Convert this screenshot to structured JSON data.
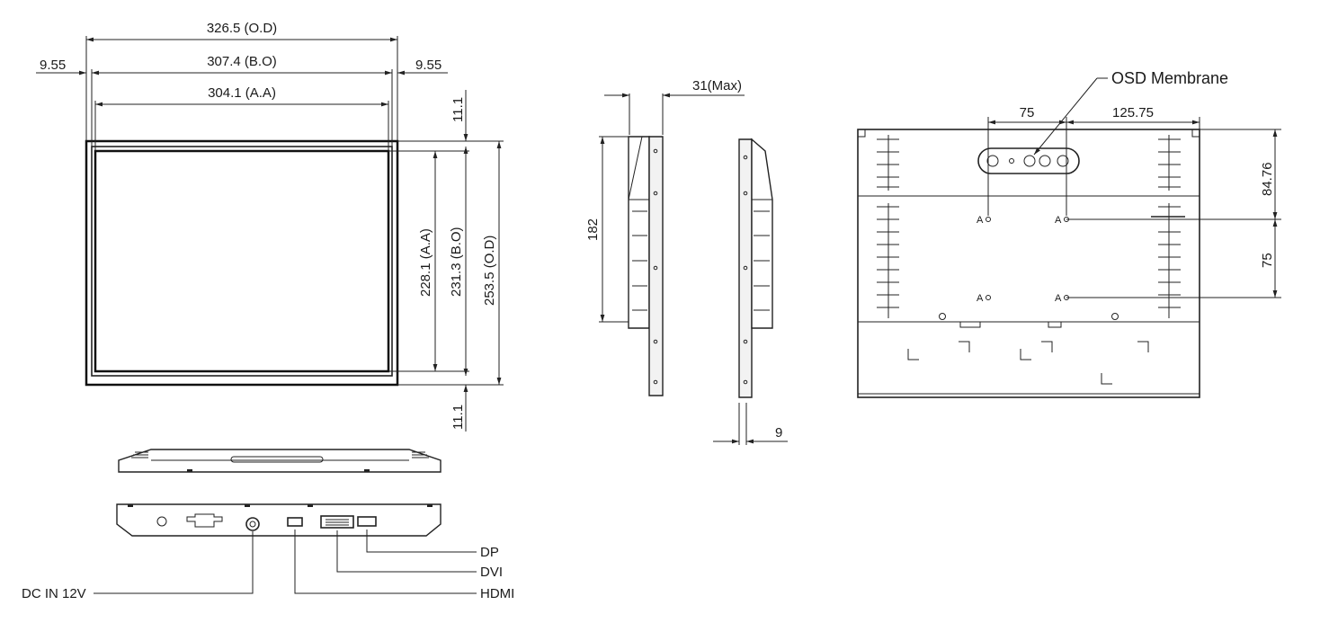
{
  "front_view": {
    "od_width": "326.5 (O.D)",
    "bo_width": "307.4 (B.O)",
    "aa_width": "304.1 (A.A)",
    "left_margin": "9.55",
    "right_margin": "9.55",
    "top_margin": "11.1",
    "bottom_margin": "11.1",
    "aa_height": "228.1 (A.A)",
    "bo_height": "231.3 (B.O)",
    "od_height": "253.5 (O.D)"
  },
  "side_view": {
    "depth": "31(Max)",
    "height": "182",
    "thickness": "9"
  },
  "rear_view": {
    "osd_label": "OSD Membrane",
    "vesa_h1": "75",
    "vesa_offset": "125.75",
    "vesa_top": "84.76",
    "vesa_v": "75",
    "hole_label": "A"
  },
  "connectors": {
    "dp": "DP",
    "dvi": "DVI",
    "dc_in": "DC IN 12V",
    "hdmi": "HDMI"
  }
}
